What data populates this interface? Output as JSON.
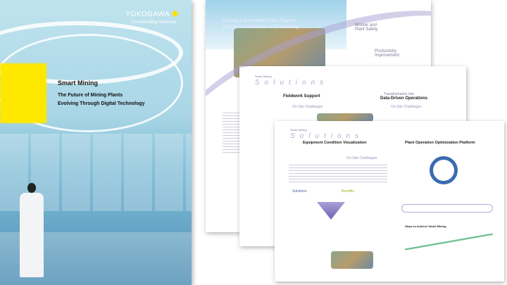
{
  "cover": {
    "brand": "YOKOGAWA",
    "tagline": "Co-innovating tomorrow",
    "title": "Smart Mining",
    "subtitle_line1": "The Future of Mining Plants",
    "subtitle_line2": "Evolving Through Digital Technology"
  },
  "spread1": {
    "headline_line1": "Creating a Sustainable Future Together",
    "headline_line2": "Through the Realization of Smart Mining",
    "pillar1": "Worker and Plant Safety",
    "pillar2": "Productivity Improvement"
  },
  "spread2": {
    "section_label": "Smart Mining",
    "solutions": "Solutions",
    "left_title": "Fieldwork Support",
    "right_title_line1": "Transformation into",
    "right_title_line2": "Data-Driven Operations",
    "challenges": "On-Site Challenges"
  },
  "spread3": {
    "section_label": "Smart Mining",
    "solutions": "Solutions",
    "left_title": "Equipment Condition Visualization",
    "right_title": "Plant Operation Optimization Platform",
    "challenges": "On-Site Challenges",
    "solutions_label": "Solutions",
    "benefits_label": "Benefits",
    "steps_title": "Steps to Achieve Smart Mining"
  },
  "colors": {
    "accent_yellow": "#ffe800",
    "lavender": "#aaa0d2",
    "cover_blue": "#a9d6e6"
  }
}
